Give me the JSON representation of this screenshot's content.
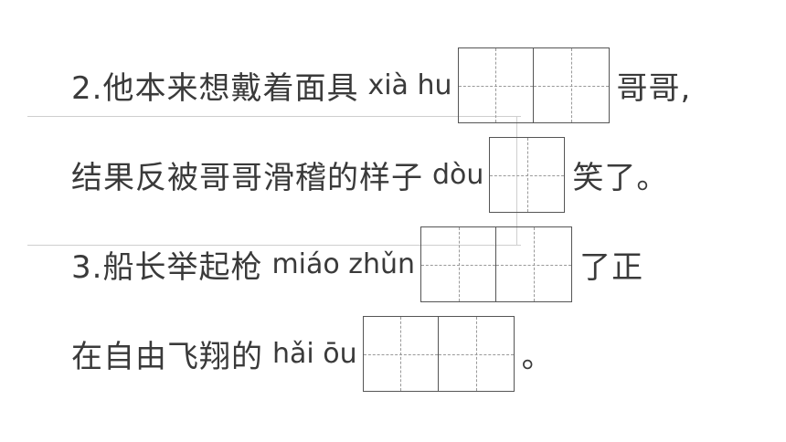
{
  "lines": [
    {
      "prefix": "2.他本来想戴着面具",
      "pinyin": "xià hu",
      "suffix": "哥哥,"
    },
    {
      "prefix": "结果反被哥哥滑稽的样子",
      "pinyin": "dòu",
      "suffix": "笑了。"
    },
    {
      "prefix": "3.船长举起枪",
      "pinyin": "miáo zhǔn",
      "suffix": "了正"
    },
    {
      "prefix": "在自由飞翔的",
      "pinyin": "hǎi ōu",
      "suffix": "。"
    }
  ]
}
